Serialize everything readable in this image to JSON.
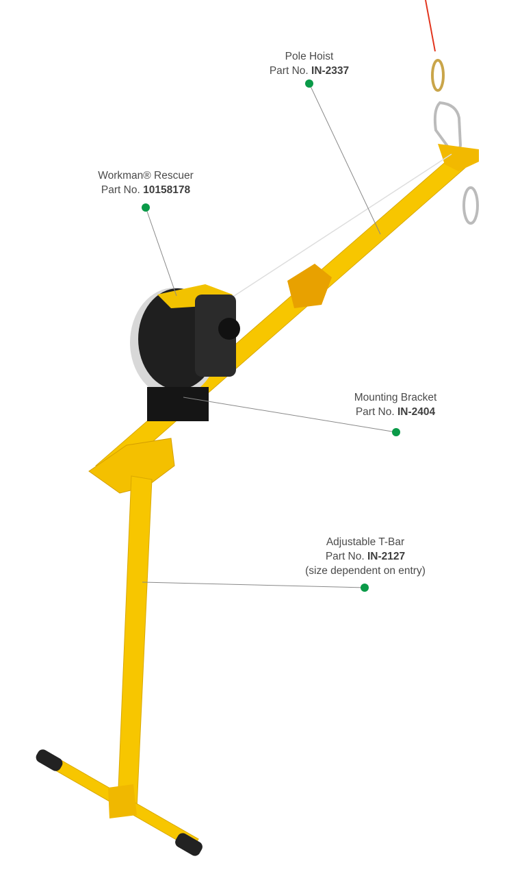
{
  "callouts": [
    {
      "name": "Pole Hoist",
      "part_prefix": "Part No.",
      "part_number": "IN-2337"
    },
    {
      "name": "Workman® Rescuer",
      "part_prefix": "Part No.",
      "part_number": "10158178"
    },
    {
      "name": "Mounting Bracket",
      "part_prefix": "Part No.",
      "part_number": "IN-2404"
    },
    {
      "name": "Adjustable T-Bar",
      "part_prefix": "Part No.",
      "part_number": "IN-2127",
      "note": "(size dependent on entry)"
    }
  ],
  "colors": {
    "dot": "#0a9a48",
    "leader": "#888888",
    "frame": "#f5c400",
    "winch": "#1e1e1e",
    "rope": "#e2341d"
  }
}
